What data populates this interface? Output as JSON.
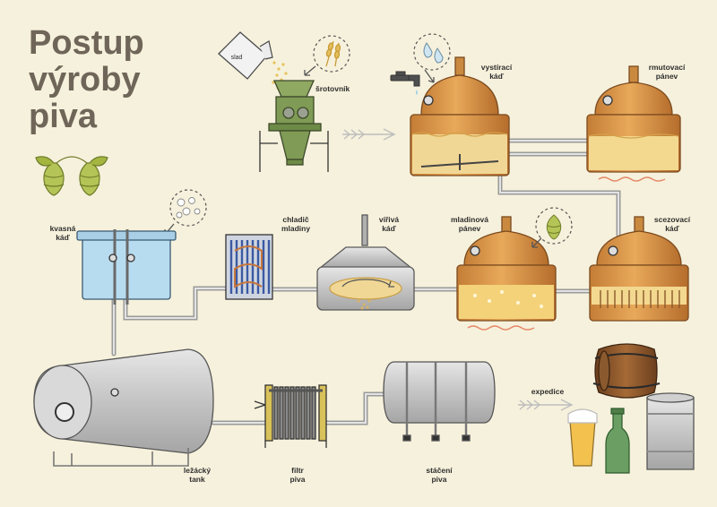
{
  "title": {
    "line1": "Postup",
    "line2": "výroby",
    "line3": "piva"
  },
  "labels": {
    "bag": "slad",
    "mill": "šrotovník",
    "mash_tun": {
      "line1": "vystírací",
      "line2": "káď"
    },
    "mash_pan": {
      "line1": "rmutovací",
      "line2": "pánev"
    },
    "lauter_tun": {
      "line1": "scezovací",
      "line2": "káď"
    },
    "wort_pan": {
      "line1": "mladinová",
      "line2": "pánev"
    },
    "whirlpool": {
      "line1": "vířivá",
      "line2": "káď"
    },
    "wort_cooler": {
      "line1": "chladič",
      "line2": "mladiny"
    },
    "fermenter": {
      "line1": "kvasná",
      "line2": "káď"
    },
    "lager_tank": {
      "line1": "ležácký",
      "line2": "tank"
    },
    "beer_filter": {
      "line1": "filtr",
      "line2": "piva"
    },
    "racking": {
      "line1": "stáčení",
      "line2": "piva"
    },
    "dispatch": "expedice"
  },
  "icons": [
    "grain-icon",
    "water-drop-icon",
    "hop-icon",
    "yeast-icon",
    "tap-icon",
    "flow-arrow-icon"
  ],
  "colors": {
    "background": "#f6f1dc",
    "copper": "#d9964a",
    "wort": "#f3d27a",
    "steel": "#b9b9b9",
    "mill": "#7f9b55",
    "fermenter": "#b8dcef",
    "hop": "#a8b94c",
    "title": "#6f6659"
  }
}
